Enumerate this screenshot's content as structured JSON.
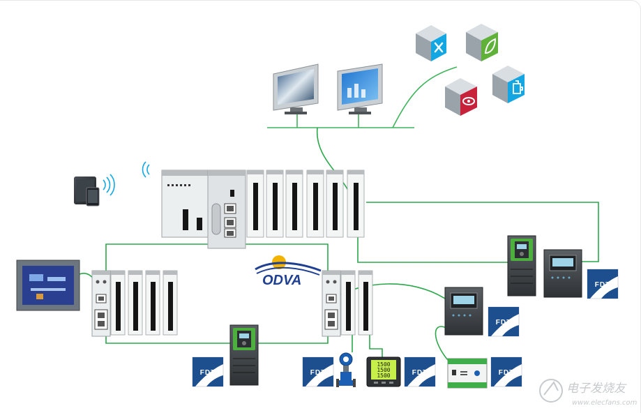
{
  "colors": {
    "network_line": "#2aa84a",
    "backbone_line": "#3db35a",
    "rack_body": "#eceff0",
    "module_slot": "#1a1a1a",
    "odva_blue": "#1f3f91",
    "odva_sun": "#f2b300",
    "fdt_blue": "#1d4f8f",
    "cube_cyan": "#12a7e3",
    "cube_green": "#5fb13a",
    "cube_red": "#c8213a"
  },
  "icons": [
    "tools-cube-icon",
    "leaf-cube-icon",
    "eye-cube-icon",
    "puzzle-cube-icon",
    "tablet-icon",
    "wireless-icon",
    "hmi-panel-icon",
    "monitor-icon",
    "drive-icon",
    "relay-icon",
    "flowmeter-icon",
    "fdt-logo-icon",
    "odva-logo-icon"
  ],
  "odva": {
    "label": "ODVA"
  },
  "meter": {
    "line1": "1500",
    "line2": "1500",
    "line3": "1500"
  },
  "fdt": {
    "label": "FDT"
  },
  "watermark": {
    "cn": "电子发烧友",
    "url": "www.elecfans.com"
  }
}
